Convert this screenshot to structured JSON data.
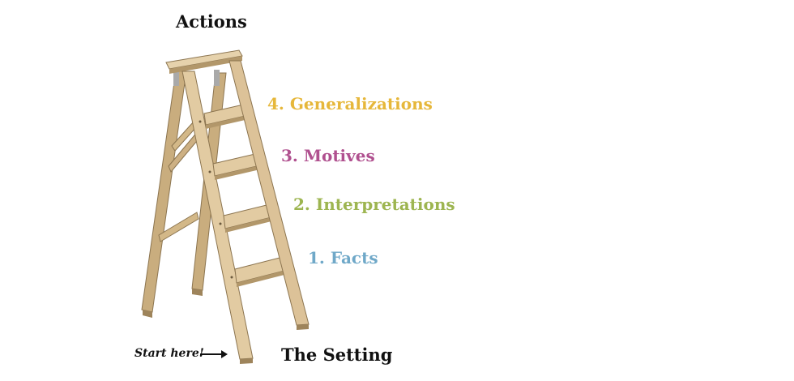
{
  "top_label": "Actions",
  "bottom_label": "The Setting",
  "start_label": "Start here!",
  "steps": [
    {
      "text": "1. Facts",
      "color": "#6fa8c8"
    },
    {
      "text": "2. Interpretations",
      "color": "#9db550"
    },
    {
      "text": "3. Motives",
      "color": "#b0508f"
    },
    {
      "text": "4. Generalizations",
      "color": "#e6b73a"
    }
  ],
  "ladder_colors": {
    "light": "#e2cba2",
    "mid": "#d3b888",
    "dark": "#b2976a",
    "outline": "#8c7550"
  },
  "icons": [
    "ladder-icon",
    "right-arrow-icon"
  ]
}
